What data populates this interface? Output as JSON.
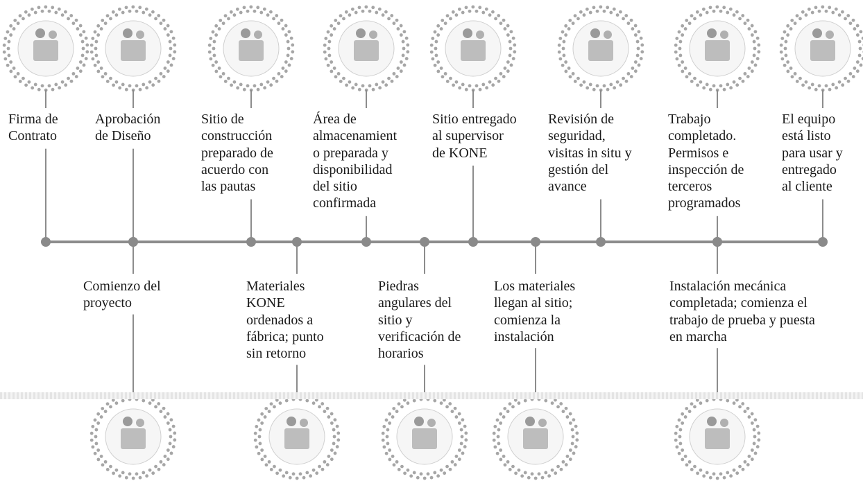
{
  "top_milestones": [
    {
      "text": "Firma de\nContrato",
      "icon": "contract-handshake-icon"
    },
    {
      "text": "Aprobación\nde Diseño",
      "icon": "designer-holding-plans-icon"
    },
    {
      "text": "Sitio de\nconstrucción\npreparado de\nacuerdo con\nlas pautas",
      "icon": "site-meeting-laptop-icon"
    },
    {
      "text": "Área de\nalmacenamient\no preparada y\ndisponibilidad\ndel sitio\nconfirmada",
      "icon": "boxes-storage-icon"
    },
    {
      "text": "Sitio entregado\nal supervisor\nde KONE",
      "icon": "supervisor-handover-icon"
    },
    {
      "text": "Revisión de\nseguridad,\nvisitas in situ y\ngestión del\navance",
      "icon": "safety-inspector-icon"
    },
    {
      "text": "Trabajo\ncompletado.\nPermisos e\ninspección de\nterceros\nprogramados",
      "icon": "permit-document-icon"
    },
    {
      "text": "El equipo\nestá listo\npara usar y\nentregado\nal cliente",
      "icon": "elevator-ready-icon"
    }
  ],
  "bottom_milestones": [
    {
      "text": "Comienzo del\nproyecto",
      "icon": "project-kickoff-team-icon"
    },
    {
      "text": "Materiales\nKONE\nordenados a\nfábrica; punto\nsin retorno",
      "icon": "factory-materials-icon"
    },
    {
      "text": "Piedras\nangulares del\nsitio y\nverificación de\nhorarios",
      "icon": "site-verification-icon"
    },
    {
      "text": "Los materiales\nllegan al sitio;\ncomienza la\ninstalación",
      "icon": "materials-delivery-icon"
    },
    {
      "text": "Instalación mecánica\ncompletada; comienza el\ntrabajo de prueba y puesta\nen marcha",
      "icon": "commissioning-team-icon"
    }
  ],
  "colors": {
    "line": "#8c8c8c",
    "node": "#8a8a8a",
    "dots": "#a6a6a6",
    "text": "#1a1a1a"
  }
}
